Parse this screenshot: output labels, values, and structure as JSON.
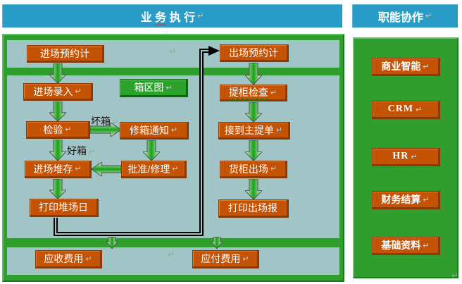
{
  "marks": {
    "return": "↵"
  },
  "header": {
    "business": {
      "pre": "业 ",
      "misspelled": "务",
      "post": " 执 行"
    },
    "collaboration": "职能协作"
  },
  "flow": {
    "top": {
      "enter_reserve": "进场预约计",
      "exit_reserve": "出场预约计"
    },
    "left_column": {
      "enter_entry": "进场录入",
      "yard_map": "箱区图",
      "inspect": "检验",
      "repair_notice": "修箱通知",
      "enter_stacking": "进场堆存",
      "approve_repair": "批准/修理",
      "print_yard_daily": "打印堆场日"
    },
    "right_column": {
      "pickup_check": "提柜检查",
      "receive_master_bill": "接到主提单",
      "container_exit": "货柜出场",
      "print_exit_report": "打印出场报"
    },
    "bottom": {
      "receivable": "应收费用",
      "payable": "应付费用"
    },
    "edge_labels": {
      "bad_box": "坏箱",
      "good_box": "好箱"
    }
  },
  "sidebar": {
    "items": [
      {
        "label": "商业智能"
      },
      {
        "label": "CRM"
      },
      {
        "label": "HR"
      },
      {
        "label": "财务结算"
      },
      {
        "label": "基础资料"
      }
    ]
  },
  "colors": {
    "header_blue": "#2a9cc8",
    "panel_green": "#2f9e2f",
    "section_blue": "#a1c5c6",
    "box_orange": "#c45306",
    "yard_map_green": "#2ba32b",
    "arrow_green": "#18a018",
    "connector_black": "#000000"
  }
}
